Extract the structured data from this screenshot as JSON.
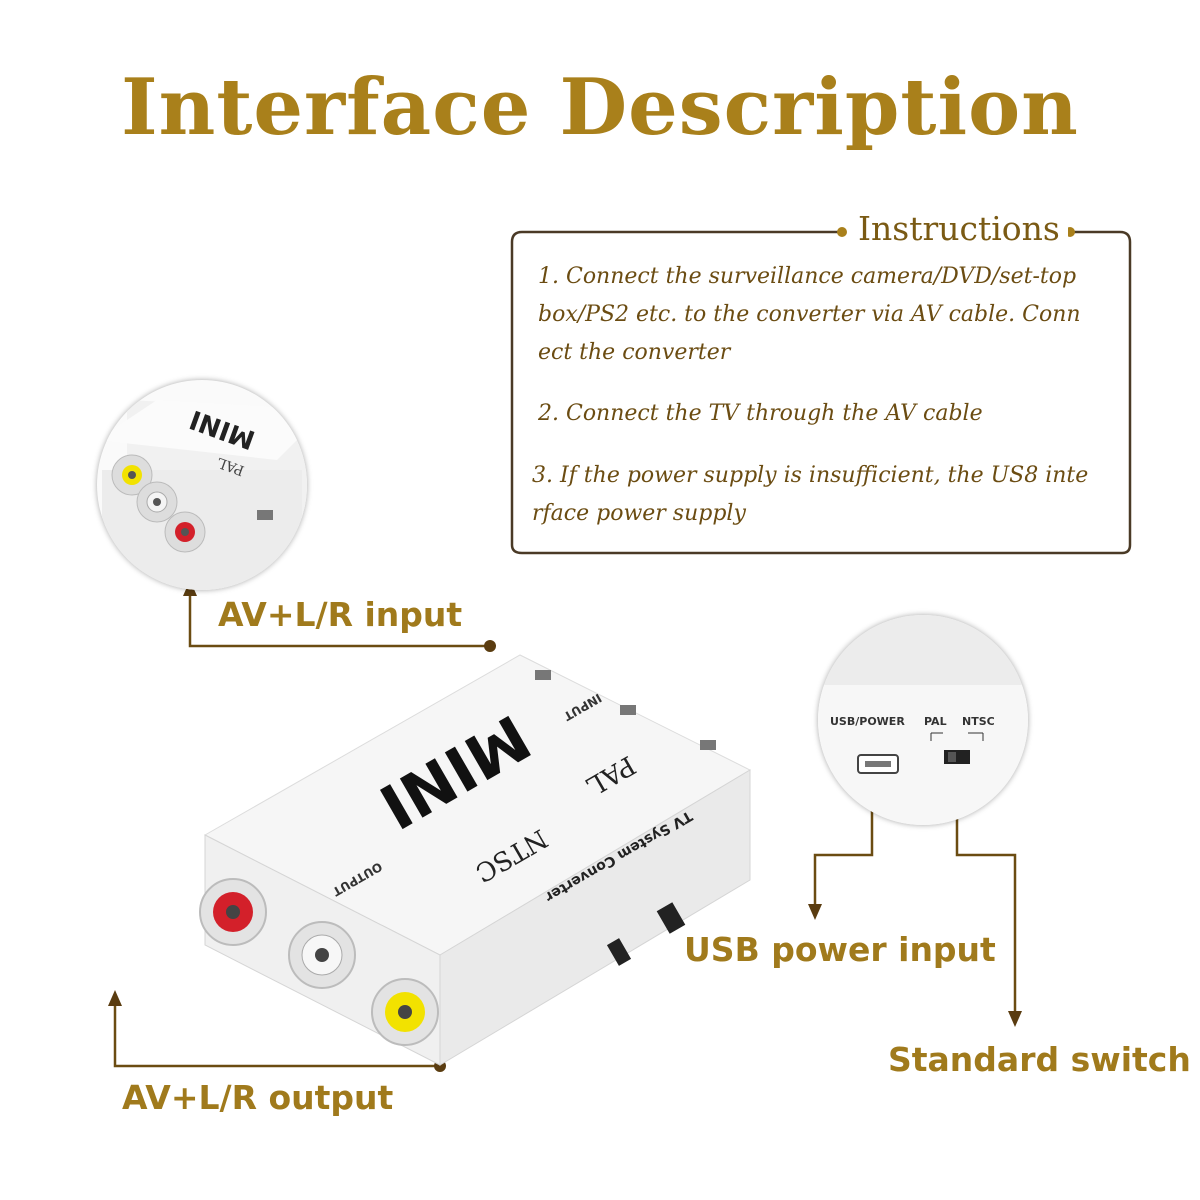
{
  "title": "Interface Description",
  "instructions": {
    "heading": "Instructions",
    "items": [
      "1. Connect the surveillance camera/DVD/set-top box/PS2 etc. to the converter via AV cable. Conn ect the converter",
      "2. Connect the TV through the AV cable",
      "3. If the power supply is insufficient, the US8 inte rface power supply"
    ]
  },
  "labels": {
    "av_input": "AV+L/R input",
    "av_output": "AV+L/R output",
    "usb_power": "USB power input",
    "standard_switch": "Standard switch"
  },
  "device": {
    "brand": "MINI",
    "pal": "PAL",
    "ntsc": "NTSC",
    "subtitle": "TV System Converter",
    "output": "OUTPUT",
    "input": "INPUT",
    "usb_power": "USB/POWER"
  },
  "colors": {
    "accent": "#a9801b",
    "line": "#6b4c12",
    "rca_red": "#d3202a",
    "rca_white": "#e8e8e8",
    "rca_yellow": "#f2e200"
  }
}
